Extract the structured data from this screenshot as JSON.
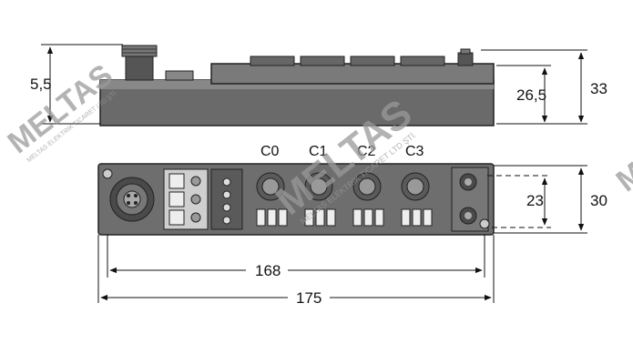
{
  "dimensions": {
    "side_left_height": "5,5",
    "side_body_height": "26,5",
    "side_total_height": "33",
    "front_mount_spacing": "23",
    "front_width": "30",
    "mount_hole_spacing": "168",
    "total_length": "175"
  },
  "channels": [
    "C0",
    "C1",
    "C2",
    "C3"
  ],
  "watermark": {
    "brand": "MELTAS",
    "subtitle": "MELTAS ELEKTRIK TICARET LTD ŞTİ."
  },
  "colors": {
    "housing": "#6a6a6a",
    "housing_dark": "#3c3c3c",
    "line": "#111111",
    "watermark": "#9a9a9a"
  }
}
